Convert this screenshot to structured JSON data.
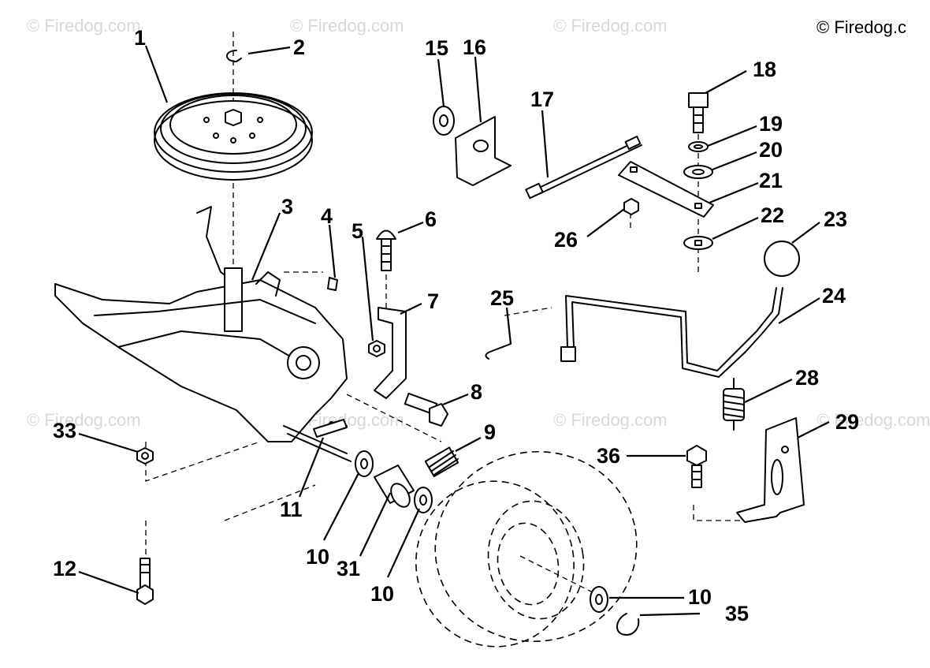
{
  "copyright": "© Firedog.c",
  "watermark": "© Firedog.com",
  "callouts": [
    "1",
    "2",
    "3",
    "4",
    "5",
    "6",
    "7",
    "8",
    "9",
    "10",
    "10",
    "10",
    "11",
    "12",
    "15",
    "16",
    "17",
    "18",
    "19",
    "20",
    "21",
    "22",
    "23",
    "24",
    "25",
    "26",
    "28",
    "29",
    "31",
    "33",
    "35",
    "36"
  ],
  "parts": [
    {
      "name": "pulley"
    },
    {
      "name": "retaining-clip"
    },
    {
      "name": "transaxle"
    },
    {
      "name": "key"
    },
    {
      "name": "nut"
    },
    {
      "name": "carriage-bolt"
    },
    {
      "name": "bracket"
    },
    {
      "name": "bolt"
    },
    {
      "name": "spring"
    },
    {
      "name": "washer"
    },
    {
      "name": "axle-key"
    },
    {
      "name": "bolt"
    },
    {
      "name": "washer"
    },
    {
      "name": "bracket"
    },
    {
      "name": "rod-assembly"
    },
    {
      "name": "bolt"
    },
    {
      "name": "lock-washer"
    },
    {
      "name": "washer"
    },
    {
      "name": "link-plate"
    },
    {
      "name": "square-washer"
    },
    {
      "name": "knob"
    },
    {
      "name": "shift-lever"
    },
    {
      "name": "cotter-pin"
    },
    {
      "name": "nut"
    },
    {
      "name": "spring"
    },
    {
      "name": "bracket"
    },
    {
      "name": "spacer"
    },
    {
      "name": "nut"
    },
    {
      "name": "e-clip"
    },
    {
      "name": "screw"
    },
    {
      "name": "wheel"
    }
  ]
}
